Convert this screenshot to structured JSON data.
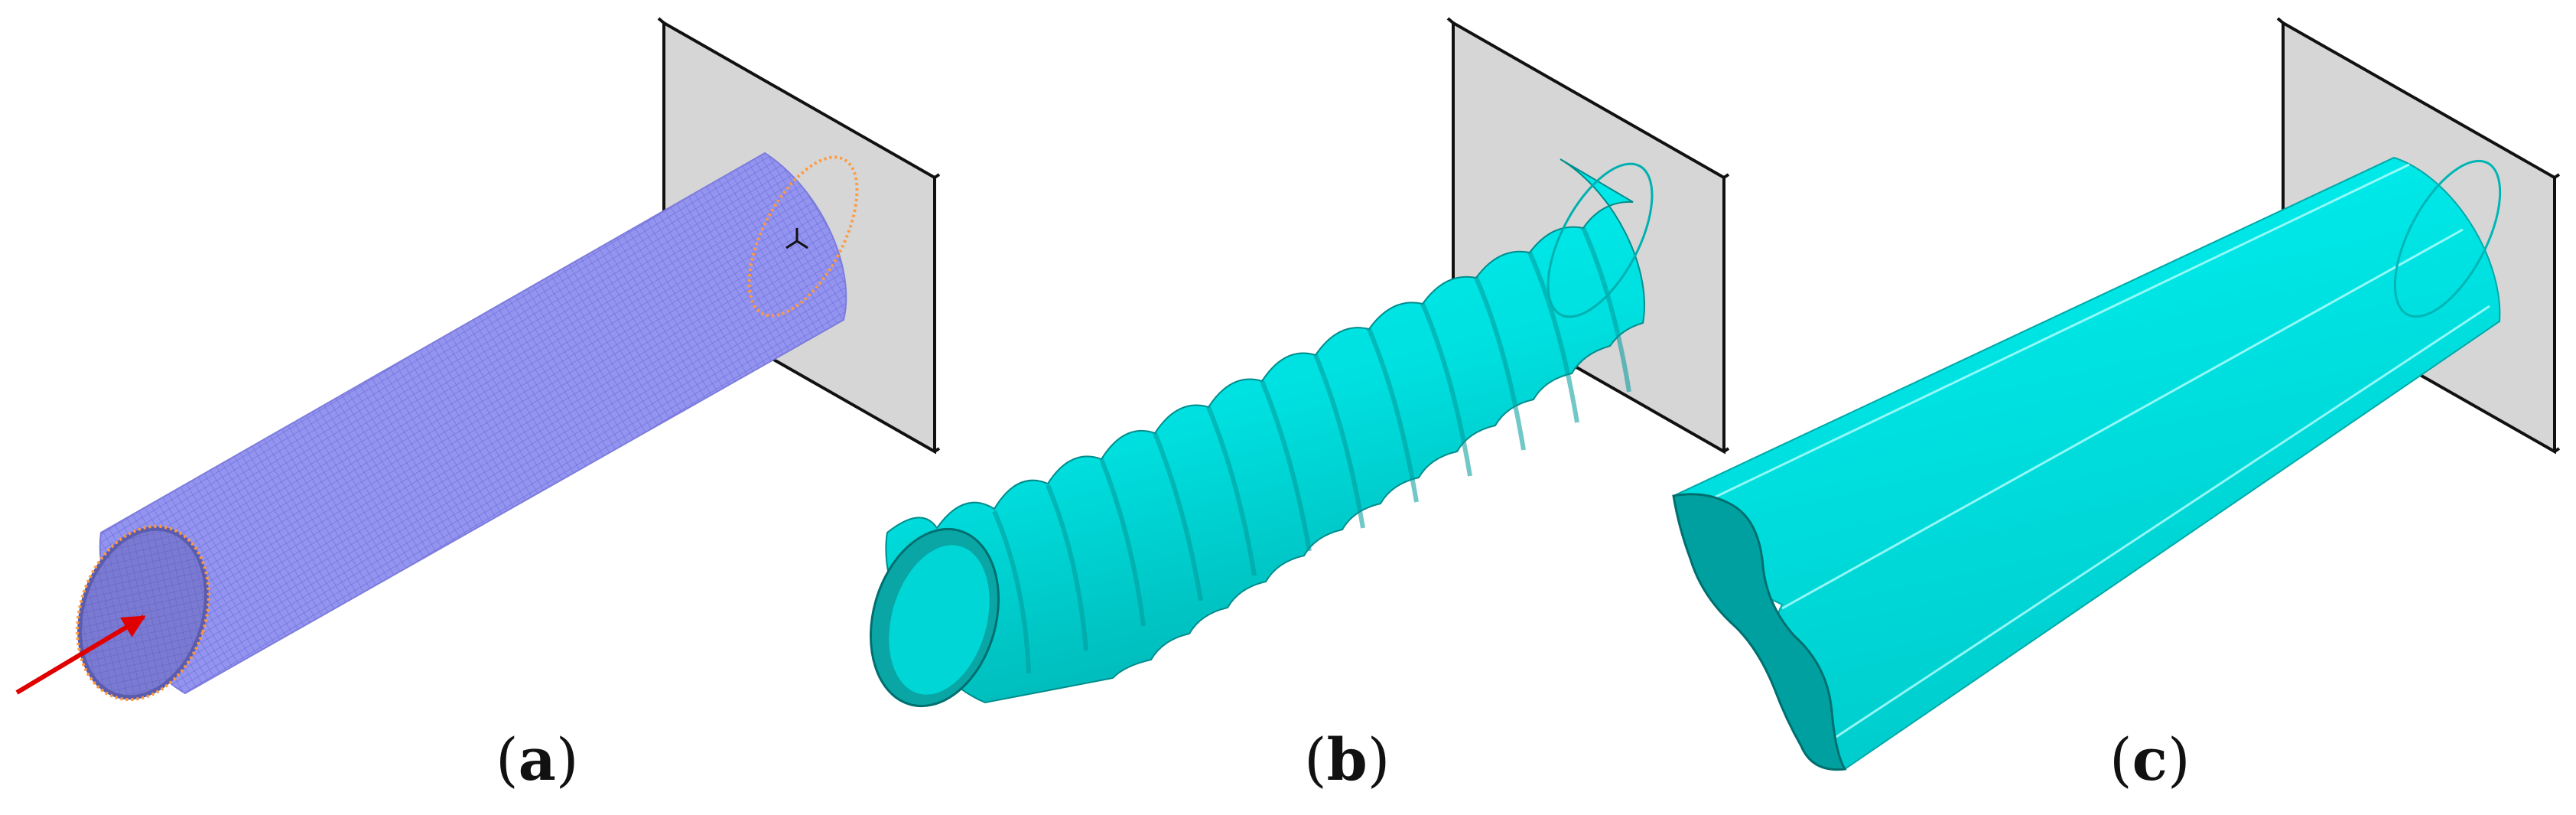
{
  "panels": [
    {
      "id": "a",
      "label": "a",
      "paren_open": "(",
      "paren_close": ")",
      "model": "meshed-cylinder",
      "color": "#8f8fef"
    },
    {
      "id": "b",
      "label": "b",
      "paren_open": "(",
      "paren_close": ")",
      "model": "ring-buckled-cylinder",
      "color": "#00e6e6"
    },
    {
      "id": "c",
      "label": "c",
      "paren_open": "(",
      "paren_close": ")",
      "model": "global-buckled-cylinder",
      "color": "#00e6e6"
    }
  ],
  "colors": {
    "mesh": "#8f8fef",
    "mesh_lines": "#6b6bd6",
    "deformed": "#00e6e6",
    "deformed_dark": "#009e9e",
    "plate": "#d6d6d6",
    "plate_edge": "#111111",
    "load_arrow": "#e00000",
    "boundary_nodes": "#ff9a3c"
  },
  "icons": [
    "load-arrow-icon",
    "coordinate-triad-icon"
  ]
}
